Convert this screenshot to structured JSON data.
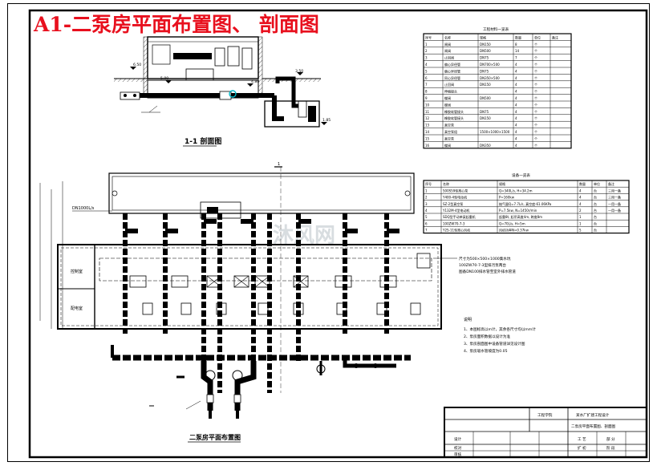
{
  "drawing": {
    "title": "A1-二泵房平面布置图、 剖面图",
    "section_label": "1-1 剖面图",
    "plan_label": "二泵房平面布置图",
    "pipe_label": "DN1000L/s",
    "room_control": "控制室",
    "room_distribution": "配电室",
    "elevations": [
      "6.50",
      "5.00",
      "4.80",
      "3.50",
      "3.50",
      "1.85"
    ],
    "section_marker": "1",
    "plan_notes": [
      "尺寸为500×500×1000集水坑",
      "100ZW70-7-3型排污泵两台",
      "图备DN100排水管至室外排水管道"
    ],
    "watermark": "沐风网"
  },
  "pipe_table": {
    "title": "工程材料一览表",
    "headers": [
      "序号",
      "名称",
      "规格",
      "数量",
      "单位",
      "备注"
    ],
    "rows": [
      [
        "1",
        "闸阀",
        "DN150",
        "8",
        "个",
        ""
      ],
      [
        "2",
        "闸阀",
        "DN500",
        "14",
        "个",
        ""
      ],
      [
        "3",
        "止回阀",
        "DN75",
        "7",
        "个",
        ""
      ],
      [
        "4",
        "偏心异径管",
        "DN700×500",
        "4",
        "个",
        ""
      ],
      [
        "5",
        "偏心异径管",
        "DN75",
        "4",
        "个",
        ""
      ],
      [
        "6",
        "同心异径管",
        "DN350×500",
        "4",
        "个",
        ""
      ],
      [
        "7",
        "止回阀",
        "DN150",
        "4",
        "个",
        ""
      ],
      [
        "8",
        "伸缩接头",
        "",
        "4",
        "个",
        ""
      ],
      [
        "9",
        "蝶阀",
        "DN500",
        "4",
        "个",
        ""
      ],
      [
        "10",
        "蝶阀",
        "",
        "4",
        "个",
        ""
      ],
      [
        "11",
        "橡胶软管接头",
        "DN75",
        "4",
        "个",
        ""
      ],
      [
        "12",
        "橡胶软管接头",
        "DN150",
        "4",
        "个",
        ""
      ],
      [
        "13",
        "真空泵",
        "",
        "4",
        "个",
        ""
      ],
      [
        "14",
        "真空泵组",
        "1500×1000×1500",
        "4",
        "个",
        ""
      ],
      [
        "15",
        "真空泵",
        "",
        "4",
        "个",
        ""
      ],
      [
        "16",
        "蝶阀",
        "DN350",
        "4",
        "个",
        ""
      ]
    ]
  },
  "equip_table": {
    "title": "设备一览表",
    "headers": [
      "序号",
      "名称",
      "规格",
      "数量",
      "单位",
      "备注"
    ],
    "rows": [
      [
        "1",
        "500S59型离心泵",
        "Q=340L/s, H=34.2m",
        "4",
        "台",
        "三用一备"
      ],
      [
        "2",
        "Y400-4型电动机",
        "P=160kw",
        "4",
        "台",
        "三用一备"
      ],
      [
        "3",
        "SZ-2型真空泵",
        "抽气量Q=7.7L/s, 真空度-61.06KPa",
        "4",
        "台",
        "一用一备"
      ],
      [
        "4",
        "Y132M-4型电动机",
        "P=7.5kw, N=1450r/min",
        "2",
        "台",
        "一用一备"
      ],
      [
        "5",
        "SDQ型手动单梁起重机",
        "起重8t, 起吊高度4m, 跨度8m",
        "1",
        "台",
        ""
      ],
      [
        "6",
        "100ZW70-7-3",
        "Q=70L/s, H=5m",
        "1",
        "台",
        ""
      ],
      [
        "7",
        "Y25-11型离心风机",
        "风机功率N=0.37kw",
        "5",
        "台",
        ""
      ]
    ]
  },
  "notes": {
    "title": "说明",
    "items": [
      "1、本图标高以m计，其余各尺寸均以mm计",
      "2、泵房面积数据以设计为准",
      "3、泵房剖面图中设备管道详见设计图",
      "4、泵房吸水管坡度为0.05"
    ]
  },
  "title_block": {
    "school": "工程学院",
    "project": "某水厂扩建工程设计",
    "drawing_name": "二泵房平面布置图、剖面图",
    "row_labels": [
      "设计",
      "校对",
      "审核"
    ],
    "signatures": [
      "",
      "",
      ""
    ],
    "right_labels": [
      "工程",
      "部分",
      "设计",
      "阶段",
      "图号"
    ],
    "phase": [
      "工 艺",
      "部 分",
      "扩 初",
      "阶 段"
    ]
  }
}
